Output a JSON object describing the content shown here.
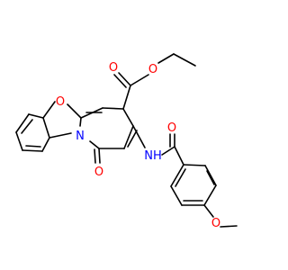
{
  "molecule": {
    "atoms": {
      "ester_carbonyl_o": "O",
      "ester_ether_o": "O",
      "furan_o": "O",
      "ring_n": "N",
      "lactam_o": "O",
      "amide_nh": "NH",
      "amide_o": "O",
      "methoxy_o": "O"
    },
    "colors": {
      "bond": "#000000",
      "oxygen": "#ff0000",
      "nitrogen": "#0000ff"
    }
  }
}
